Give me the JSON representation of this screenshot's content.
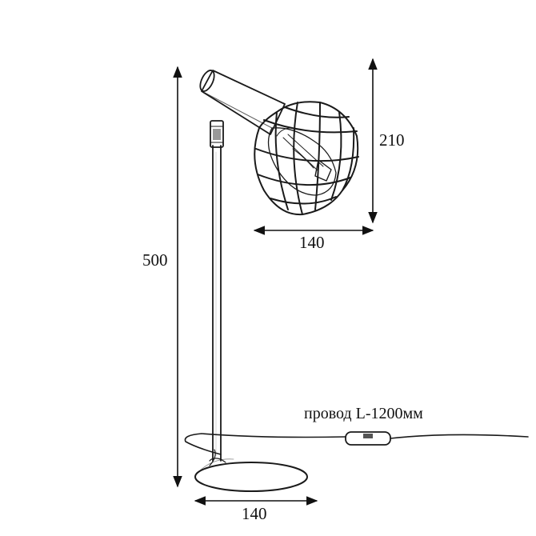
{
  "dimensions": {
    "total_height": "500",
    "shade_height": "210",
    "shade_width": "140",
    "base_width": "140"
  },
  "cord_label": "провод L-1200мм",
  "colors": {
    "ink": "#1a1a1a",
    "background": "#ffffff"
  }
}
